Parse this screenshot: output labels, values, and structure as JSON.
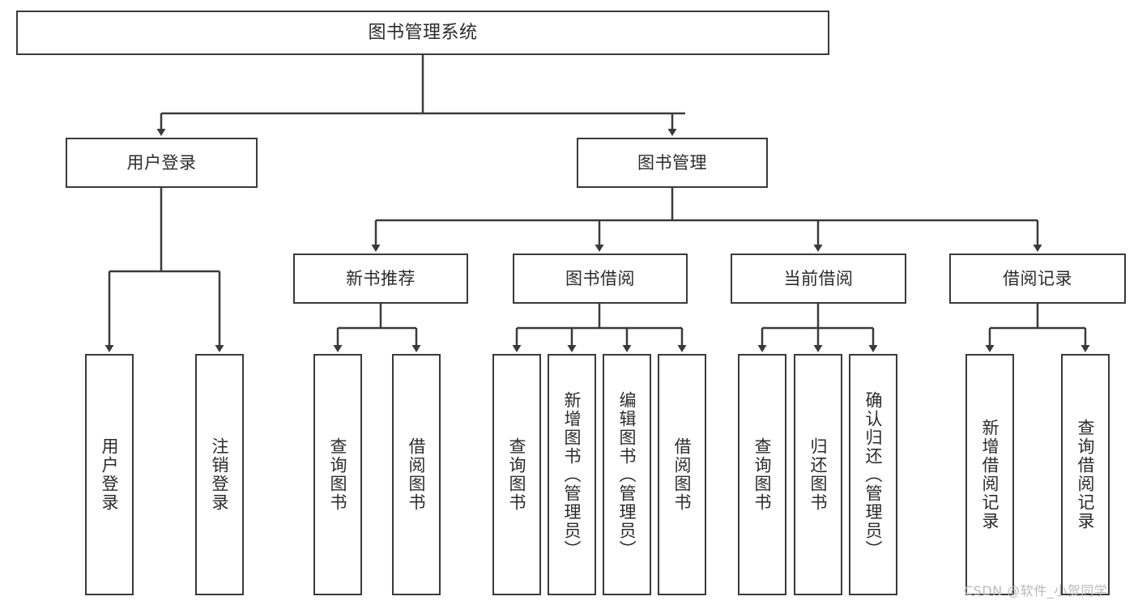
{
  "diagram": {
    "title": "图书管理系统",
    "type": "hierarchy-tree",
    "line_color": "#3a3a3a",
    "box_fill": "#ffffff",
    "text_color": "#2b2b2b",
    "nodes": {
      "root": {
        "label": "图书管理系统"
      },
      "level2": [
        {
          "id": "user-login",
          "label": "用户登录"
        },
        {
          "id": "book-manage",
          "label": "图书管理"
        }
      ],
      "level3": [
        {
          "id": "new-book-rec",
          "label": "新书推荐"
        },
        {
          "id": "book-borrow",
          "label": "图书借阅"
        },
        {
          "id": "current-borrow",
          "label": "当前借阅"
        },
        {
          "id": "borrow-record",
          "label": "借阅记录"
        }
      ],
      "leaves": {
        "user_login": [
          {
            "id": "leaf-user-login",
            "label": "用户登录"
          },
          {
            "id": "leaf-user-logout",
            "label": "注销登录"
          }
        ],
        "new_book_rec": [
          {
            "id": "leaf-query-book-1",
            "label": "查询图书"
          },
          {
            "id": "leaf-borrow-book-1",
            "label": "借阅图书"
          }
        ],
        "book_borrow": [
          {
            "id": "leaf-query-book-2",
            "label": "查询图书"
          },
          {
            "id": "leaf-add-book",
            "label": "新增图书（管理员）"
          },
          {
            "id": "leaf-edit-book",
            "label": "编辑图书（管理员）"
          },
          {
            "id": "leaf-borrow-book-2",
            "label": "借阅图书"
          }
        ],
        "current_borrow": [
          {
            "id": "leaf-query-book-3",
            "label": "查询图书"
          },
          {
            "id": "leaf-return-book",
            "label": "归还图书"
          },
          {
            "id": "leaf-confirm-return",
            "label": "确认归还（管理员）"
          }
        ],
        "borrow_record": [
          {
            "id": "leaf-add-record",
            "label": "新增借阅记录"
          },
          {
            "id": "leaf-query-record",
            "label": "查询借阅记录"
          }
        ]
      }
    },
    "watermark": "CSDN @软件_小贺同学"
  }
}
